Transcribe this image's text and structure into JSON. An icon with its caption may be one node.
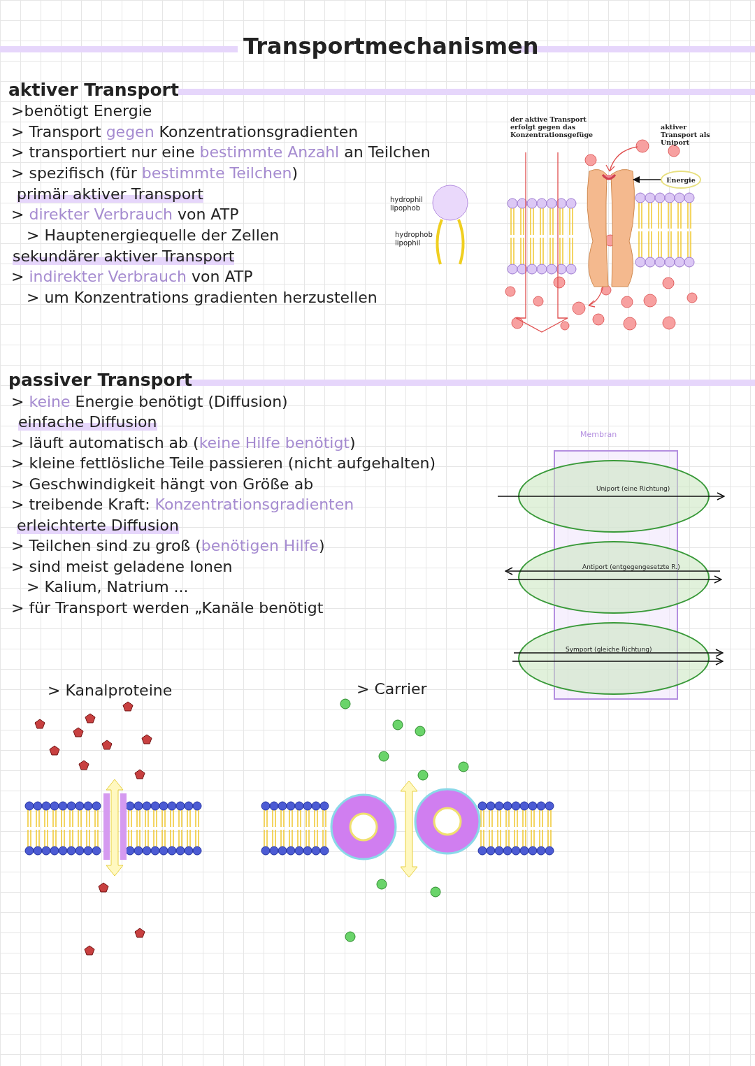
{
  "diagram": {
    "title": "Transportmechanismen",
    "nodes": [
      {
        "text": [],
        "shape": "picture"
      },
      {
        "text": [
          "Energie"
        ]
      },
      {
        "text": [
          "Membran"
        ]
      },
      {
        "text": [
          "Uniport (eine Richtung)"
        ]
      },
      {
        "text": [
          "Antiport (entgegengesetzte R.)"
        ]
      },
      {
        "text": [
          "Symport (gleiche Richtung)"
        ]
      }
    ],
    "edges": [
      {
        "from": 1,
        "to": 0,
        "arrow": "to"
      }
    ],
    "labels": [
      "aktiver Transport",
      ">benötigt Energie",
      "> Transport *gegen* Konzentrationsgradienten",
      "> transportiert nur eine *bestimmte Anzahl* an Teilchen",
      "> spezifisch (für *bestimmte Teilchen*)",
      "primär aktiver Transport",
      "> *direkter Verbrauch* von ATP",
      "> Hauptenergiequelle der Zellen",
      "sekundärer aktiver Transport",
      "> *indirekter Verbrauch* von ATP",
      "> um Konzentrations gradienten herzustellen",
      "hydrophil lipophob",
      "hydrophob lipophil",
      "der aktive Transport erfolgt gegen das Konzentrationsgefüge",
      "aktiver Transport als Uniport",
      "passiver Transport",
      "> *keine* Energie benötigt (Diffusion)",
      "einfache Diffusion",
      "> läuft automatisch ab (*keine Hilfe benötigt*)",
      "> kleine fettlösliche Teile passieren (nicht aufgehalten)",
      "> Geschwindigkeit hängt von Größe ab",
      "> treibende Kraft: *Konzentrationsgradienten*",
      "erleichterte Diffusion",
      "> Teilchen sind zu groß (*benötigen Hilfe*)",
      "> sind meist geladene Ionen",
      "> Kalium, Natrium ...",
      "> für Transport werden „Kanäle benötigt",
      "> Kanalproteine",
      "> Carrier"
    ]
  }
}
